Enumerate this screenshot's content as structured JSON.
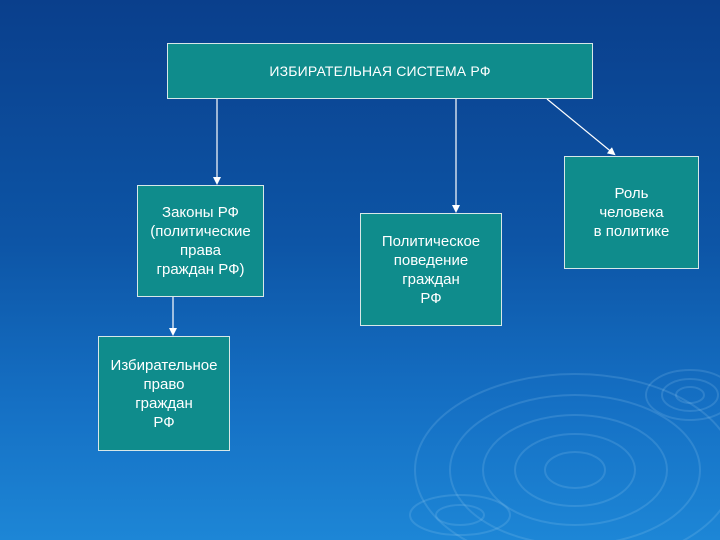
{
  "diagram": {
    "root": {
      "label": "ИЗБИРАТЕЛЬНАЯ СИСТЕМА РФ"
    },
    "nodes": {
      "laws": {
        "label": "Законы РФ\n(политические\nправа\nграждан РФ)"
      },
      "electoral_right": {
        "label": "Избирательное\nправо\nграждан\nРФ"
      },
      "political_behavior": {
        "label": "Политическое\nповедение\nграждан\nРФ"
      },
      "role": {
        "label": "Роль\nчеловека\nв политике"
      }
    },
    "edges": [
      {
        "from": "root",
        "to": "laws"
      },
      {
        "from": "root",
        "to": "political_behavior"
      },
      {
        "from": "root",
        "to": "role"
      },
      {
        "from": "laws",
        "to": "electoral_right"
      }
    ]
  },
  "colors": {
    "box_fill": "#0f8c8c",
    "box_border": "#d8e8e8",
    "text": "#ffffff",
    "connector": "#ffffff"
  }
}
